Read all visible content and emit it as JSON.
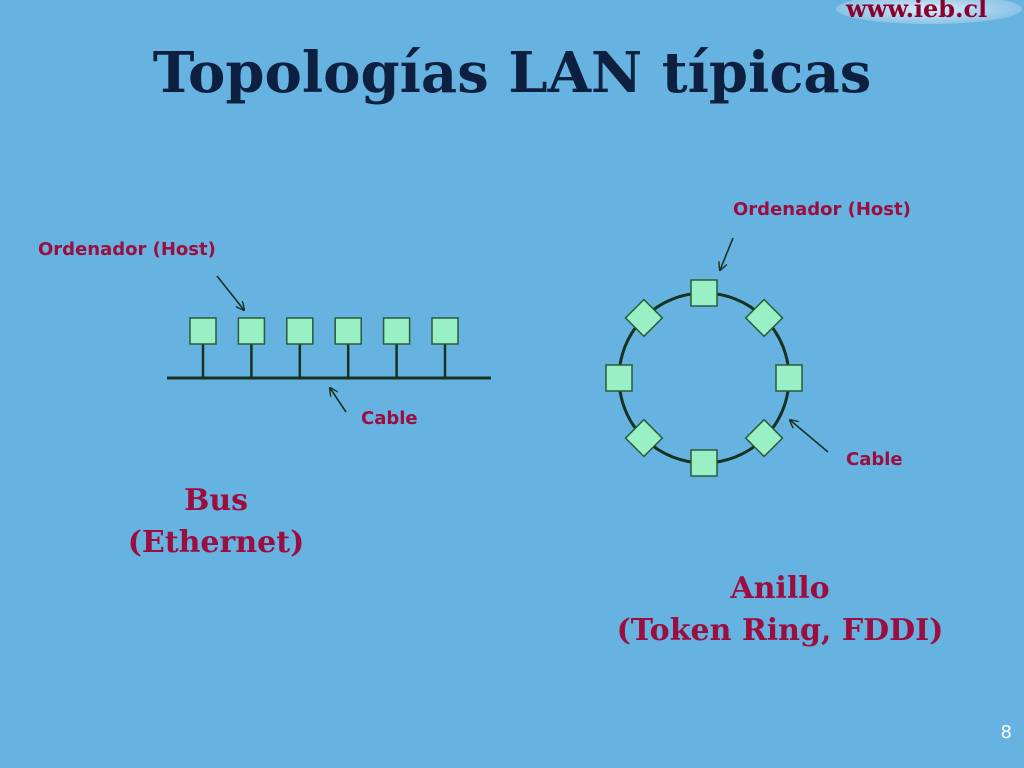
{
  "slide": {
    "brand": "www.ieb.cl",
    "title": "Topologías LAN típicas",
    "page_number": "8"
  },
  "bus": {
    "host_label": "Ordenador (Host)",
    "cable_label": "Cable",
    "name": "Bus",
    "protocol": "(Ethernet)",
    "host_count": 6
  },
  "ring": {
    "host_label": "Ordenador (Host)",
    "cable_label": "Cable",
    "name": "Anillo",
    "protocol": "(Token Ring, FDDI)",
    "host_count": 8
  },
  "colors": {
    "background": "#66b2e0",
    "node_fill": "#99f0c4",
    "node_stroke": "#2a5a38",
    "cable": "#17331f",
    "label": "#9b0e3f",
    "title": "#0d2040"
  }
}
